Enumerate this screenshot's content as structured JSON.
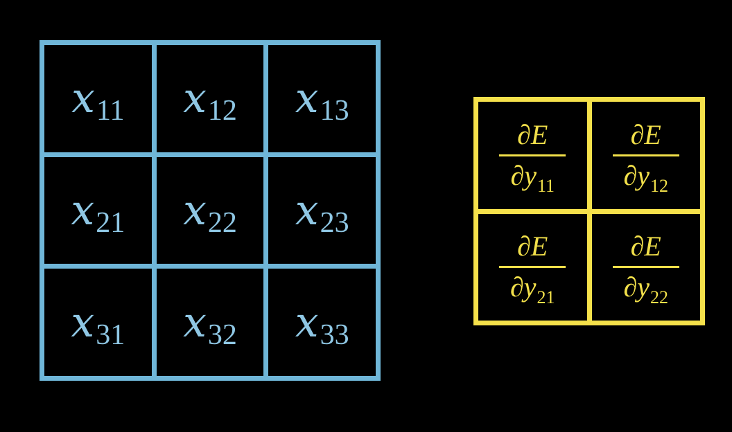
{
  "colors": {
    "background": "#000000",
    "x_grid": "#6fb6d8",
    "x_text": "#8fc7e4",
    "y_grid": "#f5e14b",
    "y_text": "#f2e04a"
  },
  "x_matrix": {
    "var": "x",
    "rows": [
      [
        "11",
        "12",
        "13"
      ],
      [
        "21",
        "22",
        "23"
      ],
      [
        "31",
        "32",
        "33"
      ]
    ]
  },
  "dEdy_matrix": {
    "partial": "∂",
    "numerator_var": "E",
    "denominator_var": "y",
    "rows": [
      [
        "11",
        "12"
      ],
      [
        "21",
        "22"
      ]
    ]
  }
}
